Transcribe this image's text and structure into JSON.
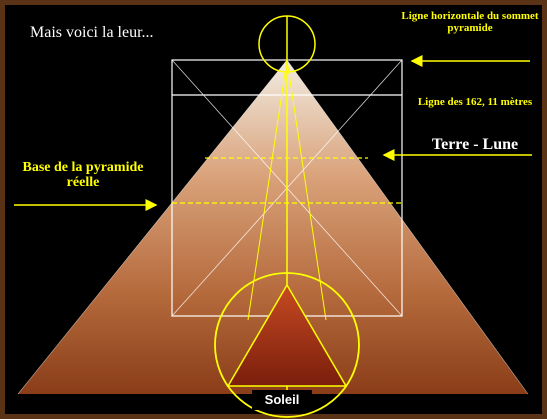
{
  "title": "Mais voici la leur...",
  "labels": {
    "sommet_line": "Ligne horizontale du sommet pyramide",
    "ligne_162": "Ligne des 162, 11 mètres",
    "terre_lune": "Terre - Lune",
    "base": "Base de la pyramide réelle",
    "soleil": "Soleil"
  },
  "colors": {
    "frame": "#5a3216",
    "background": "#000000",
    "lines": "#ffff00",
    "white_lines": "#ffffff",
    "pyramid_top": "#f0e8dc",
    "pyramid_bottom": "#8a3d18",
    "sun_triangle": "#a83215"
  }
}
